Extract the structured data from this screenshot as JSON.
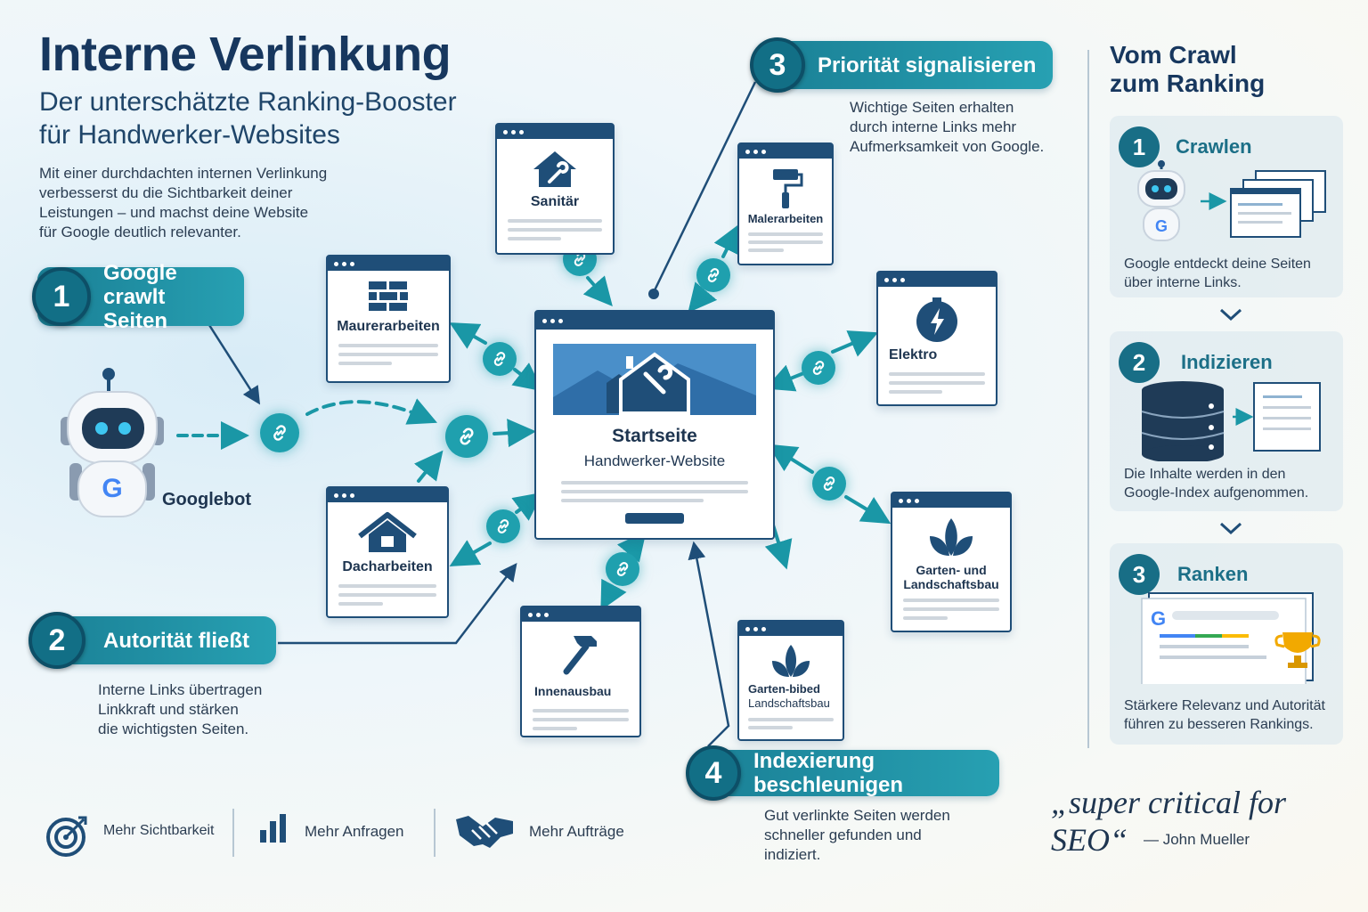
{
  "header": {
    "title": "Interne Verlinkung",
    "subtitle_line1": "Der unterschätzte Ranking-Booster",
    "subtitle_line2": "für Handwerker-Websites",
    "intro_line1": "Mit einer durchdachten internen Verlinkung",
    "intro_line2": "verbesserst du die Sichtbarkeit deiner",
    "intro_line3": "Leistungen – und machst deine Website",
    "intro_line4": "für Google deutlich relevanter."
  },
  "steps": {
    "s1": {
      "num": "1",
      "label_line1": "Google crawlt",
      "label_line2": "Seiten"
    },
    "s2": {
      "num": "2",
      "label": "Autorität fließt",
      "desc_line1": "Interne Links übertragen",
      "desc_line2": "Linkkraft und stärken",
      "desc_line3": "die wichtigsten Seiten."
    },
    "s3": {
      "num": "3",
      "label": "Priorität signalisieren",
      "desc_line1": "Wichtige Seiten erhalten",
      "desc_line2": "durch interne Links mehr",
      "desc_line3": "Aufmerksamkeit von Google."
    },
    "s4": {
      "num": "4",
      "label": "Indexierung beschleunigen",
      "desc_line1": "Gut verlinkte Seiten werden",
      "desc_line2": "schneller gefunden und",
      "desc_line3": "indiziert."
    }
  },
  "googlebot": {
    "label": "Googlebot"
  },
  "center": {
    "title": "Startseite",
    "subtitle": "Handwerker-Website"
  },
  "pages": {
    "sanitaer": "Sanitär",
    "maler": "Malerarbeiten",
    "maurer": "Maurerarbeiten",
    "elektro": "Elektro",
    "dach": "Dacharbeiten",
    "garten_line1": "Garten- und",
    "garten_line2": "Landschaftsbau",
    "innen": "Innenausbau",
    "garten2_line1": "Garten-bibed",
    "garten2_line2": "Landschaftsbau"
  },
  "right_panel": {
    "title_line1": "Vom Crawl",
    "title_line2": "zum Ranking",
    "r1": {
      "num": "1",
      "title": "Crawlen",
      "desc_line1": "Google entdeckt deine Seiten",
      "desc_line2": "über interne Links."
    },
    "r2": {
      "num": "2",
      "title": "Indizieren",
      "desc_line1": "Die Inhalte werden in den",
      "desc_line2": "Google-Index aufgenommen."
    },
    "r3": {
      "num": "3",
      "title": "Ranken",
      "desc_line1": "Stärkere Relevanz und Autorität",
      "desc_line2": "führen zu besseren Rankings."
    }
  },
  "benefits": {
    "b1": "Mehr Sichtbarkeit",
    "b2": "Mehr Anfragen",
    "b3": "Mehr Aufträge"
  },
  "quote": {
    "text": "„super critical for SEO“",
    "author": "— John Mueller"
  },
  "colors": {
    "navy": "#1f4e78",
    "teal": "#1fa0ae",
    "dark_teal": "#126f86"
  }
}
